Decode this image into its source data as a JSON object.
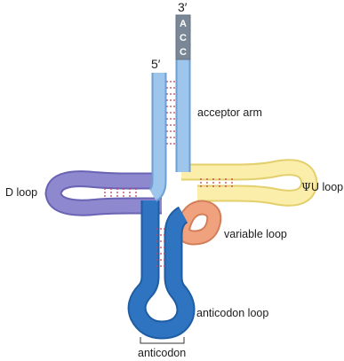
{
  "diagram": {
    "five_prime": "5′",
    "three_prime": "3′",
    "cca_bases": [
      "A",
      "C",
      "C"
    ],
    "labels": {
      "acceptor_arm": "acceptor arm",
      "d_loop": "D loop",
      "psiu_loop_symbol": "Ψ",
      "psiu_loop_text": "U loop",
      "variable_loop": "variable loop",
      "anticodon_loop": "anticodon loop",
      "anticodon": "anticodon"
    },
    "colors": {
      "acceptor_arm": "#9ec5ec",
      "acceptor_arm_edge": "#6d9fd3",
      "cca_tail": "#7a8796",
      "d_arm": "#8e88cf",
      "d_arm_edge": "#6a63b4",
      "psiu_arm": "#fbeeab",
      "psiu_arm_edge": "#e3cf6c",
      "variable_loop": "#f0a27e",
      "variable_loop_edge": "#d27e5a",
      "anticodon_arm": "#2f74c1",
      "anticodon_arm_edge": "#1f5da3",
      "base_pairs": "#c0445a"
    }
  }
}
